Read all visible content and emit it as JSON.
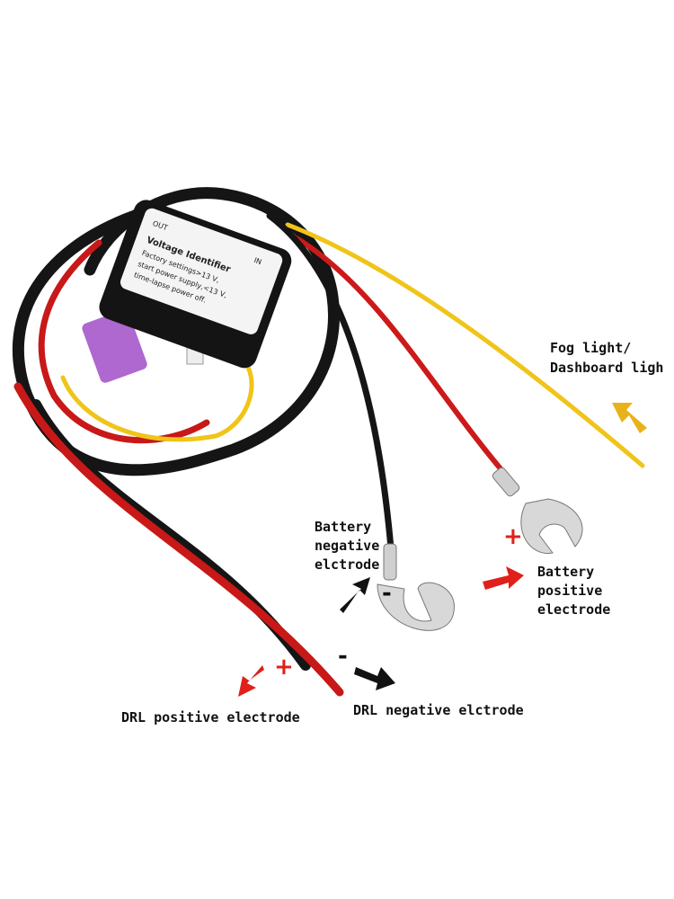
{
  "product_label": {
    "title": "Voltage Identifier",
    "line1": "Factory settings>13 V,",
    "line2": "start power supply,<13 V,",
    "line3": "time-lapse power off.",
    "out": "OUT",
    "in": "IN"
  },
  "callouts": {
    "fog_line1": "Fog light/",
    "fog_line2": "Dashboard ligh",
    "bat_neg_line1": "Battery",
    "bat_neg_line2": "negative",
    "bat_neg_line3": "elctrode",
    "bat_pos_line1": "Battery",
    "bat_pos_line2": "positive",
    "bat_pos_line3": "electrode",
    "drl_pos": "DRL positive electrode",
    "drl_neg": "DRL negative elctrode",
    "plus": "+",
    "minus": "-"
  },
  "colors": {
    "red_arrow": "#e0201a",
    "black_arrow": "#111111",
    "yellow_arrow": "#e8b21a"
  }
}
